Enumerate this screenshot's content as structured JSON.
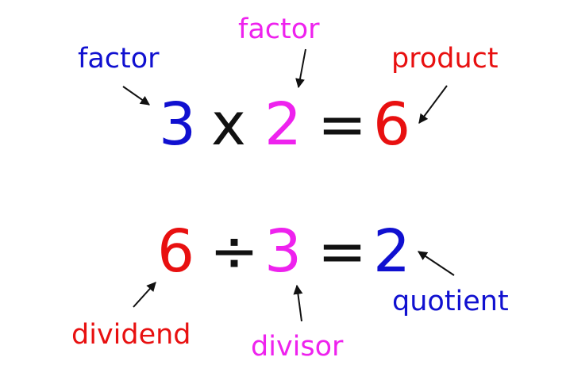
{
  "colors": {
    "blue": "#1010d0",
    "magenta": "#ee22ee",
    "red": "#e81010",
    "black": "#111111"
  },
  "multiplication": {
    "operand1": "3",
    "operator": "x",
    "operand2": "2",
    "equals": "=",
    "result": "6",
    "labels": {
      "factor_left": "factor",
      "factor_top": "factor",
      "product": "product"
    }
  },
  "division": {
    "operand1": "6",
    "operator": "÷",
    "operand2": "3",
    "equals": "=",
    "result": "2",
    "labels": {
      "dividend": "dividend",
      "divisor": "divisor",
      "quotient": "quotient"
    }
  }
}
